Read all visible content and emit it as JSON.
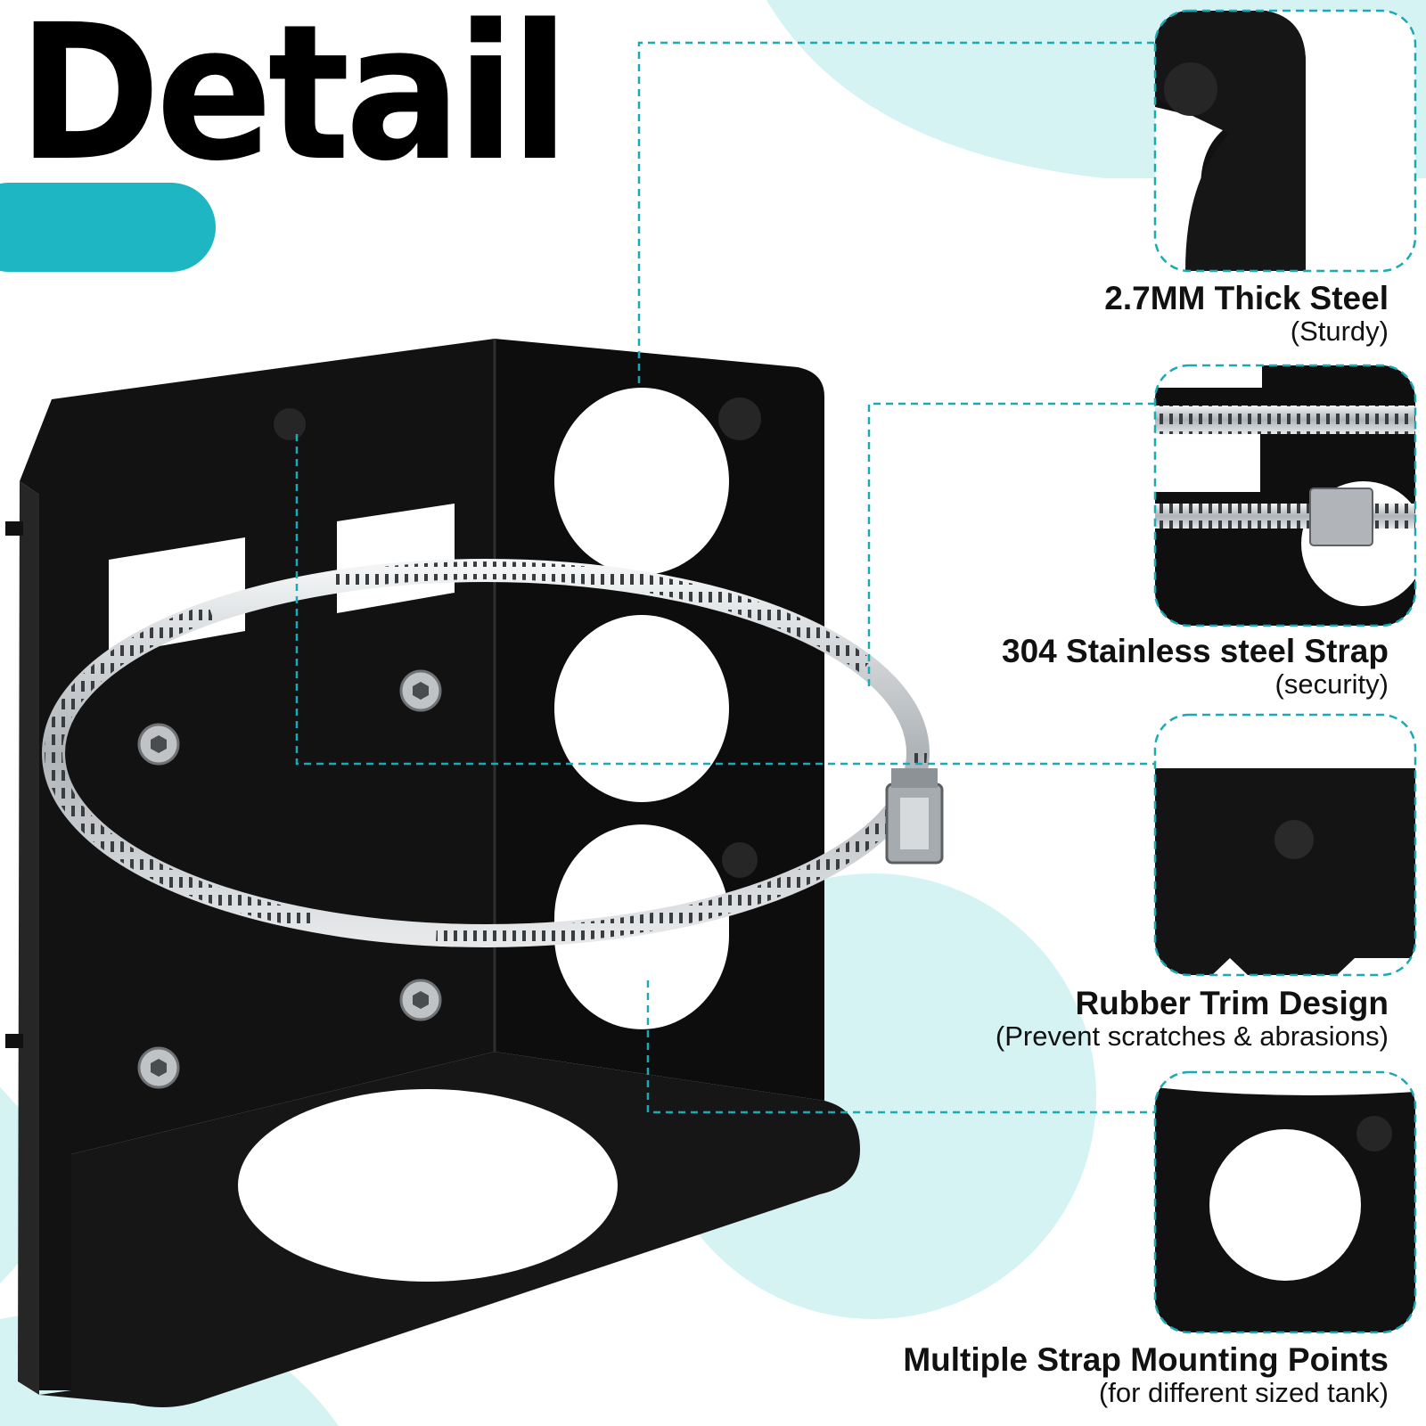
{
  "heading": {
    "title": "Detail"
  },
  "colors": {
    "accent": "#1db6c2",
    "light_bg": "#d5f3f3",
    "product": "#111111",
    "steel": "#c8ccd0"
  },
  "product": {
    "icon": "tank-wall-bracket-icon",
    "strap_icon": "steel-hose-clamp-icon"
  },
  "features": [
    {
      "title": "2.7MM Thick Steel",
      "subtitle": "(Sturdy)",
      "icon": "thick-steel-edge-icon"
    },
    {
      "title": "304 Stainless steel Strap",
      "subtitle": "(security)",
      "icon": "strap-buckle-icon"
    },
    {
      "title": "Rubber Trim Design",
      "subtitle": "(Prevent scratches & abrasions)",
      "icon": "rubber-trim-icon"
    },
    {
      "title": "Multiple Strap Mounting Points",
      "subtitle": "(for different sized tank)",
      "icon": "mounting-hole-icon"
    }
  ]
}
